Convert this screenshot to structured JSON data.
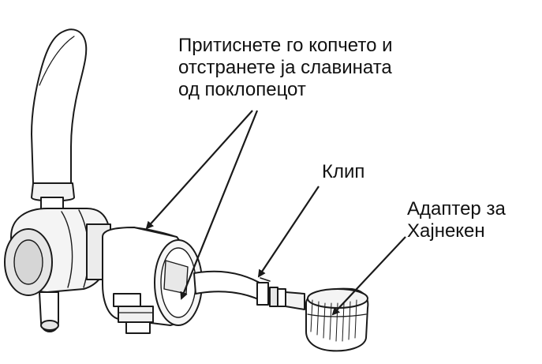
{
  "labels": {
    "press_button": {
      "line1": "Притиснете го копчето и",
      "line2": "отстранете ја славината",
      "line3": "од поклопецот"
    },
    "clip": "Клип",
    "adapter": {
      "line1": "Адаптер  за",
      "line2": "Хајнекен"
    }
  },
  "colors": {
    "line": "#1a1a1a",
    "fill": "#ffffff",
    "shade": "#e6e6e6"
  },
  "parts": [
    "tap-handle",
    "tap-body",
    "cap-housing",
    "release-button",
    "hose",
    "clip",
    "heineken-adapter"
  ]
}
